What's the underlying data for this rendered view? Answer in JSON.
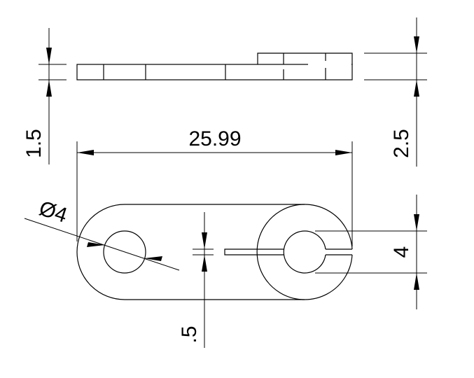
{
  "drawing": {
    "line_color": "#000000",
    "background": "#ffffff",
    "dimensions": {
      "thickness_small": "1.5",
      "thickness_total": "2.5",
      "overall_length": "25.99",
      "hole_diameter": "Ø4",
      "ring_hole": "4",
      "slot_width": ".5"
    }
  }
}
